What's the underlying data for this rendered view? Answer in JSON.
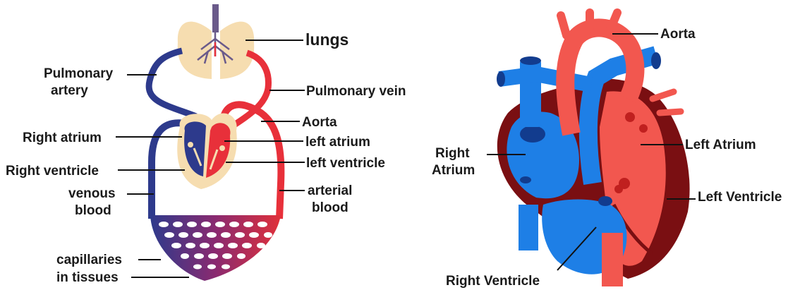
{
  "circulation": {
    "labels": {
      "lungs": "lungs",
      "pulmonary_artery_1": "Pulmonary",
      "pulmonary_artery_2": "artery",
      "pulmonary_vein": "Pulmonary vein",
      "aorta": "Aorta",
      "right_atrium": "Right atrium",
      "left_atrium": "left atrium",
      "right_ventricle": "Right ventricle",
      "left_ventricle": "left ventricle",
      "venous_blood_1": "venous",
      "venous_blood_2": "blood",
      "arterial_blood_1": "arterial",
      "arterial_blood_2": "blood",
      "capillaries_1": "capillaries",
      "capillaries_2": "in tissues"
    }
  },
  "heart": {
    "labels": {
      "aorta": "Aorta",
      "right_atrium_1": "Right",
      "right_atrium_2": "Atrium",
      "left_atrium": "Left Atrium",
      "left_ventricle": "Left Ventricle",
      "right_ventricle": "Right Ventricle"
    }
  },
  "colors": {
    "oxygenated": "#e8303a",
    "deoxygenated": "#2d3a8c",
    "lung_fill": "#f6ddb0",
    "heart_red": "#f2574f",
    "heart_blue": "#1e7fe6",
    "heart_dark": "#7a0f12"
  }
}
